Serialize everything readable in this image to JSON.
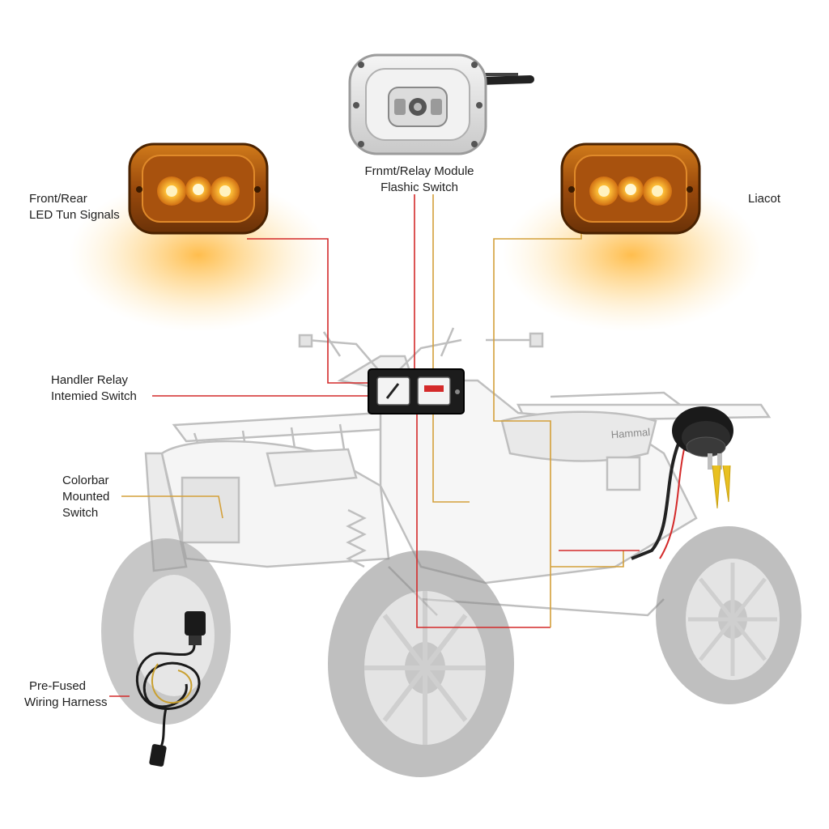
{
  "labels": {
    "relay_module": {
      "line1": "Frnmt/Relay Module",
      "line2": "Flashic Switch"
    },
    "turn_signals": {
      "line1": "Front/Rear",
      "line2": "LED Tun Signals"
    },
    "right_light": {
      "line1": "Liacot"
    },
    "handler_relay": {
      "line1": "Handler Relay",
      "line2": "Intemied Switch"
    },
    "colorbar_switch": {
      "line1": "Colorbar",
      "line2": "Mounted",
      "line3": "Switch"
    },
    "wiring_harness": {
      "line1": "Pre-Fused",
      "line2": "Wiring Harness"
    }
  },
  "atv": {
    "fender_brand": "Hammal"
  },
  "colors": {
    "amber": "#f39a1c",
    "amber_glow": "#ffc04d",
    "leader_red": "#d42a2a",
    "leader_gold": "#d4a03a",
    "atv_outline": "#9a9a9a",
    "tire": "#8a8a8a"
  }
}
